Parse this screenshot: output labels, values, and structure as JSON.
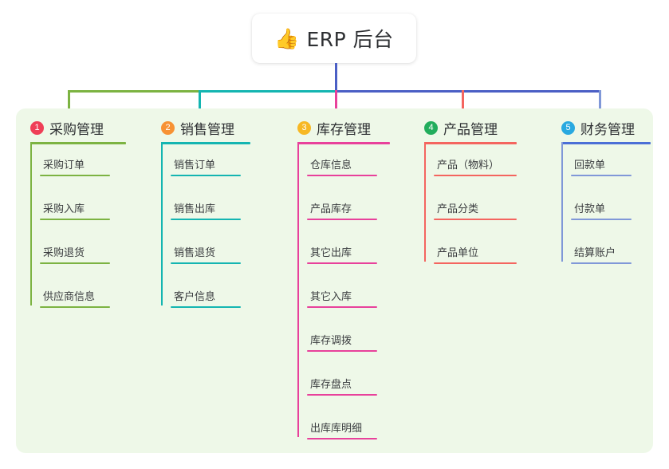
{
  "root": {
    "emoji": "👍",
    "emoji_name": "thumbs-up-icon",
    "title": "ERP 后台"
  },
  "colors": {
    "panel_bg": "#eef8e8",
    "page_bg": "#ffffff",
    "root_stem": "#4b5fc5",
    "bus_green": "#7cb342",
    "bus_teal": "#14b5b1",
    "bus_blue": "#4b5fc5",
    "green": "#7cb342",
    "teal": "#14b5b1",
    "pink": "#e8419b",
    "coral": "#f4655f",
    "blue": "#8098d8",
    "badge_1": "#ef3f57",
    "badge_2": "#f79234",
    "badge_3": "#f7b824",
    "badge_4": "#22ad5c",
    "badge_5": "#29a9e0",
    "rule_1": "#7cb342",
    "rule_2": "#14b5b1",
    "rule_3": "#e8419b",
    "rule_4": "#f4655f",
    "rule_5": "#4b6fd6"
  },
  "columns": [
    {
      "number": "1",
      "title": "采购管理",
      "badge_color": "#ef3f57",
      "rule_color": "#7cb342",
      "line_color": "#7cb342",
      "items": [
        "采购订单",
        "采购入库",
        "采购退货",
        "供应商信息"
      ]
    },
    {
      "number": "2",
      "title": "销售管理",
      "badge_color": "#f79234",
      "rule_color": "#14b5b1",
      "line_color": "#14b5b1",
      "items": [
        "销售订单",
        "销售出库",
        "销售退货",
        "客户信息"
      ]
    },
    {
      "number": "3",
      "title": "库存管理",
      "badge_color": "#f7b824",
      "rule_color": "#e8419b",
      "line_color": "#e8419b",
      "items": [
        "仓库信息",
        "产品库存",
        "其它出库",
        "其它入库",
        "库存调拨",
        "库存盘点",
        "出库库明细"
      ]
    },
    {
      "number": "4",
      "title": "产品管理",
      "badge_color": "#22ad5c",
      "rule_color": "#f4655f",
      "line_color": "#f4655f",
      "items": [
        "产品（物料）",
        "产品分类",
        "产品单位"
      ]
    },
    {
      "number": "5",
      "title": "财务管理",
      "badge_color": "#29a9e0",
      "rule_color": "#4b6fd6",
      "line_color": "#8098d8",
      "items": [
        "回款单",
        "付款单",
        "结算账户"
      ]
    }
  ]
}
